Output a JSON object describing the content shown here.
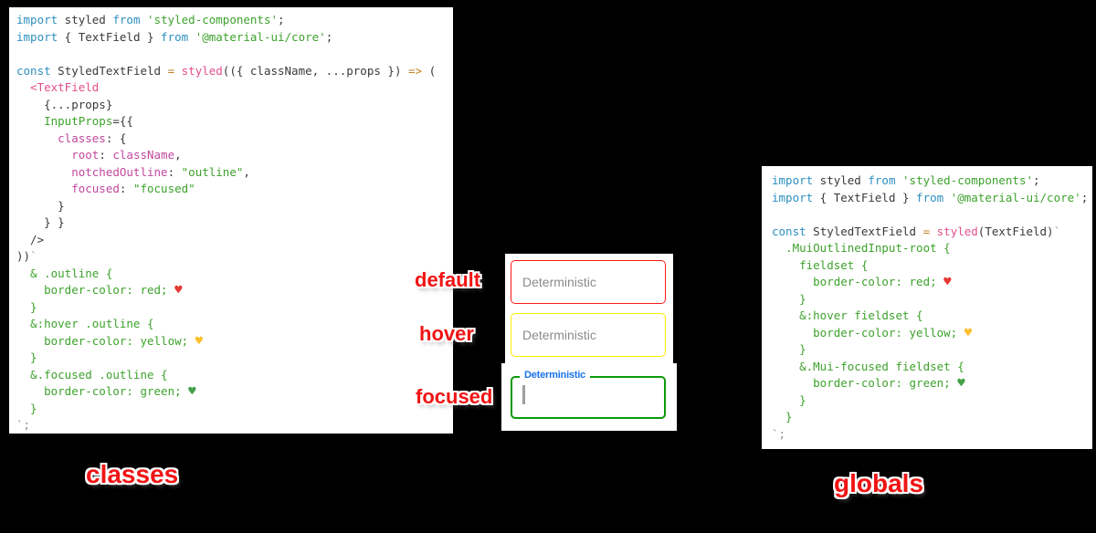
{
  "theme": {
    "kw": "#2d8fc1",
    "str": "#3da22c",
    "pink": "#e34f8c",
    "key": "#c2479e",
    "op": "#c57f21",
    "plain": "#3a3a3a",
    "faint": "#8f8f8f",
    "heart-red": "#e53935",
    "heart-yellow": "#fbc02d",
    "heart-green": "#43a047",
    "border-default": "#ff1a1a",
    "border-hover": "#ffee00",
    "border-focused": "#0a990a",
    "label-blue": "#1a73e8",
    "placeholder": "#8b8b8b",
    "caret": "#9e9e9e",
    "accent-red": "#f01414"
  },
  "labels": {
    "default": "default",
    "hover": "hover",
    "focused": "focused",
    "classes": "classes",
    "globals": "globals"
  },
  "fields": {
    "placeholder": "Deterministic",
    "focused_label": "Deterministic"
  },
  "code_classes": {
    "lines": [
      [
        [
          "kw",
          "import"
        ],
        [
          "pl",
          " styled "
        ],
        [
          "kw",
          "from"
        ],
        [
          "pl",
          " "
        ],
        [
          "st",
          "'styled-components'"
        ],
        [
          "pl",
          ";"
        ]
      ],
      [
        [
          "kw",
          "import"
        ],
        [
          "pl",
          " { TextField } "
        ],
        [
          "kw",
          "from"
        ],
        [
          "pl",
          " "
        ],
        [
          "st",
          "'@material-ui/core'"
        ],
        [
          "pl",
          ";"
        ]
      ],
      [],
      [
        [
          "kw",
          "const"
        ],
        [
          "pl",
          " StyledTextField "
        ],
        [
          "op",
          "="
        ],
        [
          "pl",
          " "
        ],
        [
          "pk",
          "styled"
        ],
        [
          "pl",
          "(({ className, ...props }) "
        ],
        [
          "op",
          "=>"
        ],
        [
          "pl",
          " ("
        ]
      ],
      [
        [
          "pk",
          "  <TextField"
        ]
      ],
      [
        [
          "pl",
          "    {...props}"
        ]
      ],
      [
        [
          "st",
          "    InputProps"
        ],
        [
          "pl",
          "={{"
        ]
      ],
      [
        [
          "ky",
          "      classes"
        ],
        [
          "pl",
          ": {"
        ]
      ],
      [
        [
          "ky",
          "        root"
        ],
        [
          "pl",
          ": "
        ],
        [
          "ky",
          "className"
        ],
        [
          "pl",
          ","
        ]
      ],
      [
        [
          "ky",
          "        notchedOutline"
        ],
        [
          "pl",
          ": "
        ],
        [
          "st",
          "\"outline\""
        ],
        [
          "pl",
          ","
        ]
      ],
      [
        [
          "ky",
          "        focused"
        ],
        [
          "pl",
          ": "
        ],
        [
          "st",
          "\"focused\""
        ]
      ],
      [
        [
          "pl",
          "      }"
        ]
      ],
      [
        [
          "pl",
          "    } }"
        ]
      ],
      [
        [
          "pl",
          "  />"
        ]
      ],
      [
        [
          "pl",
          "))"
        ],
        [
          "ft",
          "`"
        ]
      ],
      [
        [
          "st",
          "  & .outline {"
        ]
      ],
      [
        [
          "st",
          "    border-color: red; "
        ],
        [
          "hr",
          "♥"
        ]
      ],
      [
        [
          "st",
          "  }"
        ]
      ],
      [
        [
          "st",
          "  &:hover .outline {"
        ]
      ],
      [
        [
          "st",
          "    border-color: yellow; "
        ],
        [
          "hy",
          "♥"
        ]
      ],
      [
        [
          "st",
          "  }"
        ]
      ],
      [
        [
          "st",
          "  &.focused .outline {"
        ]
      ],
      [
        [
          "st",
          "    border-color: green; "
        ],
        [
          "hg",
          "♥"
        ]
      ],
      [
        [
          "st",
          "  }"
        ]
      ],
      [
        [
          "ft",
          "`;"
        ]
      ]
    ]
  },
  "code_globals": {
    "lines": [
      [
        [
          "kw",
          "import"
        ],
        [
          "pl",
          " styled "
        ],
        [
          "kw",
          "from"
        ],
        [
          "pl",
          " "
        ],
        [
          "st",
          "'styled-components'"
        ],
        [
          "pl",
          ";"
        ]
      ],
      [
        [
          "kw",
          "import"
        ],
        [
          "pl",
          " { TextField } "
        ],
        [
          "kw",
          "from"
        ],
        [
          "pl",
          " "
        ],
        [
          "st",
          "'@material-ui/core'"
        ],
        [
          "pl",
          ";"
        ]
      ],
      [],
      [
        [
          "kw",
          "const"
        ],
        [
          "pl",
          " StyledTextField "
        ],
        [
          "op",
          "="
        ],
        [
          "pl",
          " "
        ],
        [
          "pk",
          "styled"
        ],
        [
          "pl",
          "(TextField)"
        ],
        [
          "ft",
          "`"
        ]
      ],
      [
        [
          "st",
          "  .MuiOutlinedInput-root {"
        ]
      ],
      [
        [
          "st",
          "    fieldset {"
        ]
      ],
      [
        [
          "st",
          "      border-color: red; "
        ],
        [
          "hr",
          "♥"
        ]
      ],
      [
        [
          "st",
          "    }"
        ]
      ],
      [
        [
          "st",
          "    &:hover fieldset {"
        ]
      ],
      [
        [
          "st",
          "      border-color: yellow; "
        ],
        [
          "hy",
          "♥"
        ]
      ],
      [
        [
          "st",
          "    }"
        ]
      ],
      [
        [
          "st",
          "    &.Mui-focused fieldset {"
        ]
      ],
      [
        [
          "st",
          "      border-color: green; "
        ],
        [
          "hg",
          "♥"
        ]
      ],
      [
        [
          "st",
          "    }"
        ]
      ],
      [
        [
          "st",
          "  }"
        ]
      ],
      [
        [
          "ft",
          "`;"
        ]
      ]
    ]
  }
}
